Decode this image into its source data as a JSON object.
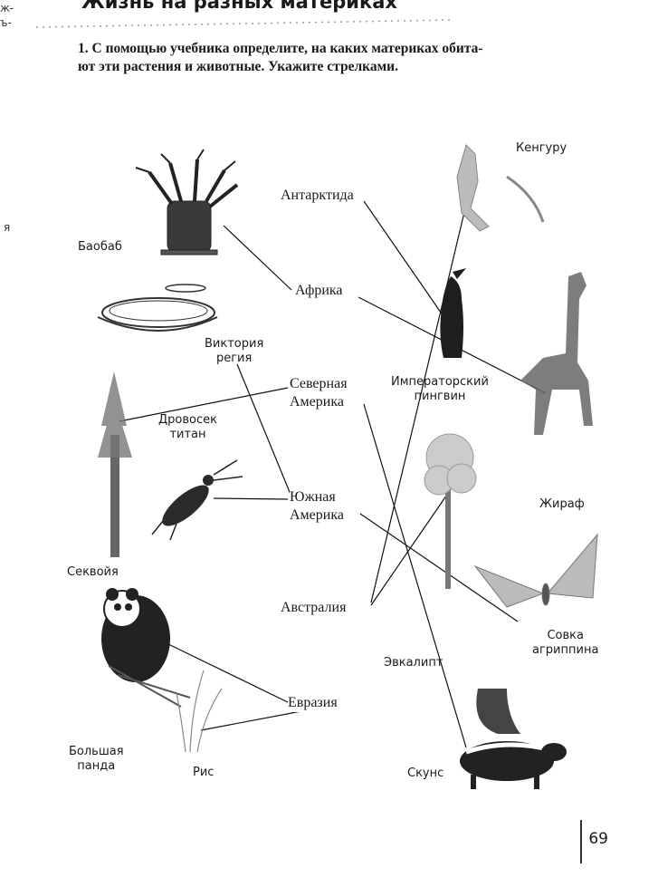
{
  "header": {
    "title": "Жизнь на разных материках",
    "task_line1": "1. С помощью учебника определите, на каких материках обита-",
    "task_line2": "ют эти растения и животные. Укажите стрелками."
  },
  "margin": {
    "m1": "ж-",
    "m2": "ъ-",
    "m3": "я"
  },
  "continents": {
    "antarctica": "Антарктида",
    "africa": "Африка",
    "north_america_1": "Северная",
    "north_america_2": "Америка",
    "south_america_1": "Южная",
    "south_america_2": "Америка",
    "australia": "Австралия",
    "eurasia": "Евразия"
  },
  "organisms": {
    "kangaroo": "Кенгуру",
    "baobab": "Баобаб",
    "victoria_1": "Виктория",
    "victoria_2": "регия",
    "penguin_1": "Императорский",
    "penguin_2": "пингвин",
    "beetle_1": "Дровосек",
    "beetle_2": "титан",
    "giraffe": "Жираф",
    "sequoia": "Секвойя",
    "moth_1": "Совка",
    "moth_2": "агриппина",
    "eucalyptus": "Эвкалипт",
    "panda_1": "Большая",
    "panda_2": "панда",
    "rice": "Рис",
    "skunk": "Скунс"
  },
  "footer": {
    "page_number": "69"
  }
}
